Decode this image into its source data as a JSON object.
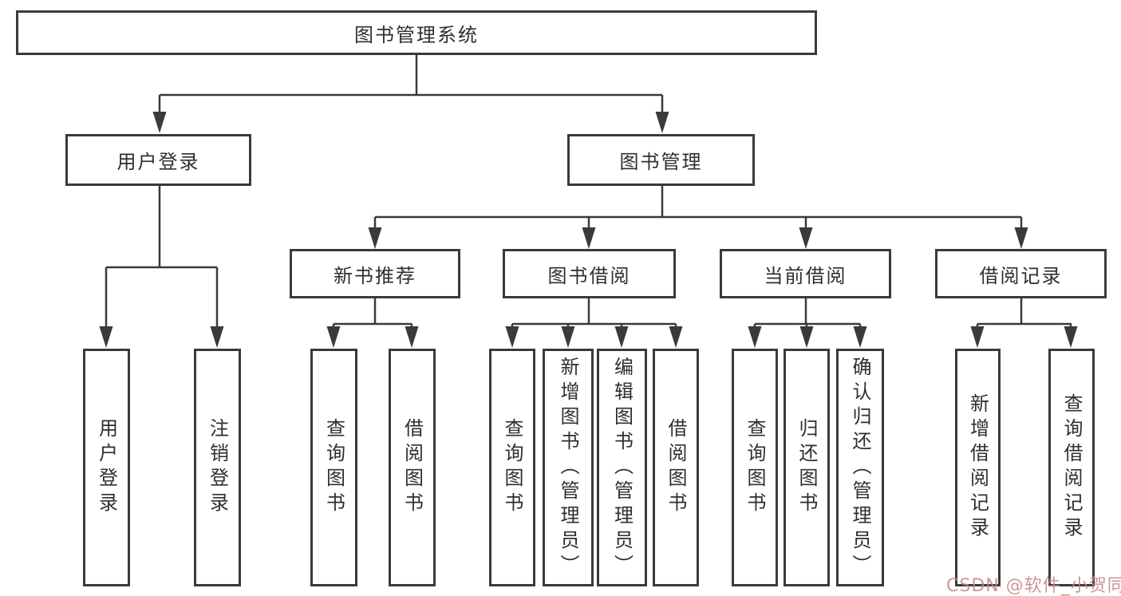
{
  "tree": {
    "root": {
      "label": "图书管理系统",
      "children": [
        {
          "label": "用户登录",
          "children": [
            {
              "label": "用户登录"
            },
            {
              "label": "注销登录"
            }
          ]
        },
        {
          "label": "图书管理",
          "children": [
            {
              "label": "新书推荐",
              "children": [
                {
                  "label": "查询图书"
                },
                {
                  "label": "借阅图书"
                }
              ]
            },
            {
              "label": "图书借阅",
              "children": [
                {
                  "label": "查询图书"
                },
                {
                  "label": "新增图书（管理员）"
                },
                {
                  "label": "编辑图书（管理员）"
                },
                {
                  "label": "借阅图书"
                }
              ]
            },
            {
              "label": "当前借阅",
              "children": [
                {
                  "label": "查询图书"
                },
                {
                  "label": "归还图书"
                },
                {
                  "label": "确认归还（管理员）"
                }
              ]
            },
            {
              "label": "借阅记录",
              "children": [
                {
                  "label": "新增借阅记录"
                },
                {
                  "label": "查询借阅记录"
                }
              ]
            }
          ]
        }
      ]
    }
  },
  "watermark": {
    "text": "CSDN @软件_小贺同学",
    "color": "#c78484"
  },
  "colors": {
    "line": "#3a3a3a",
    "box_background": "#ffffff",
    "background": "#ffffff"
  }
}
